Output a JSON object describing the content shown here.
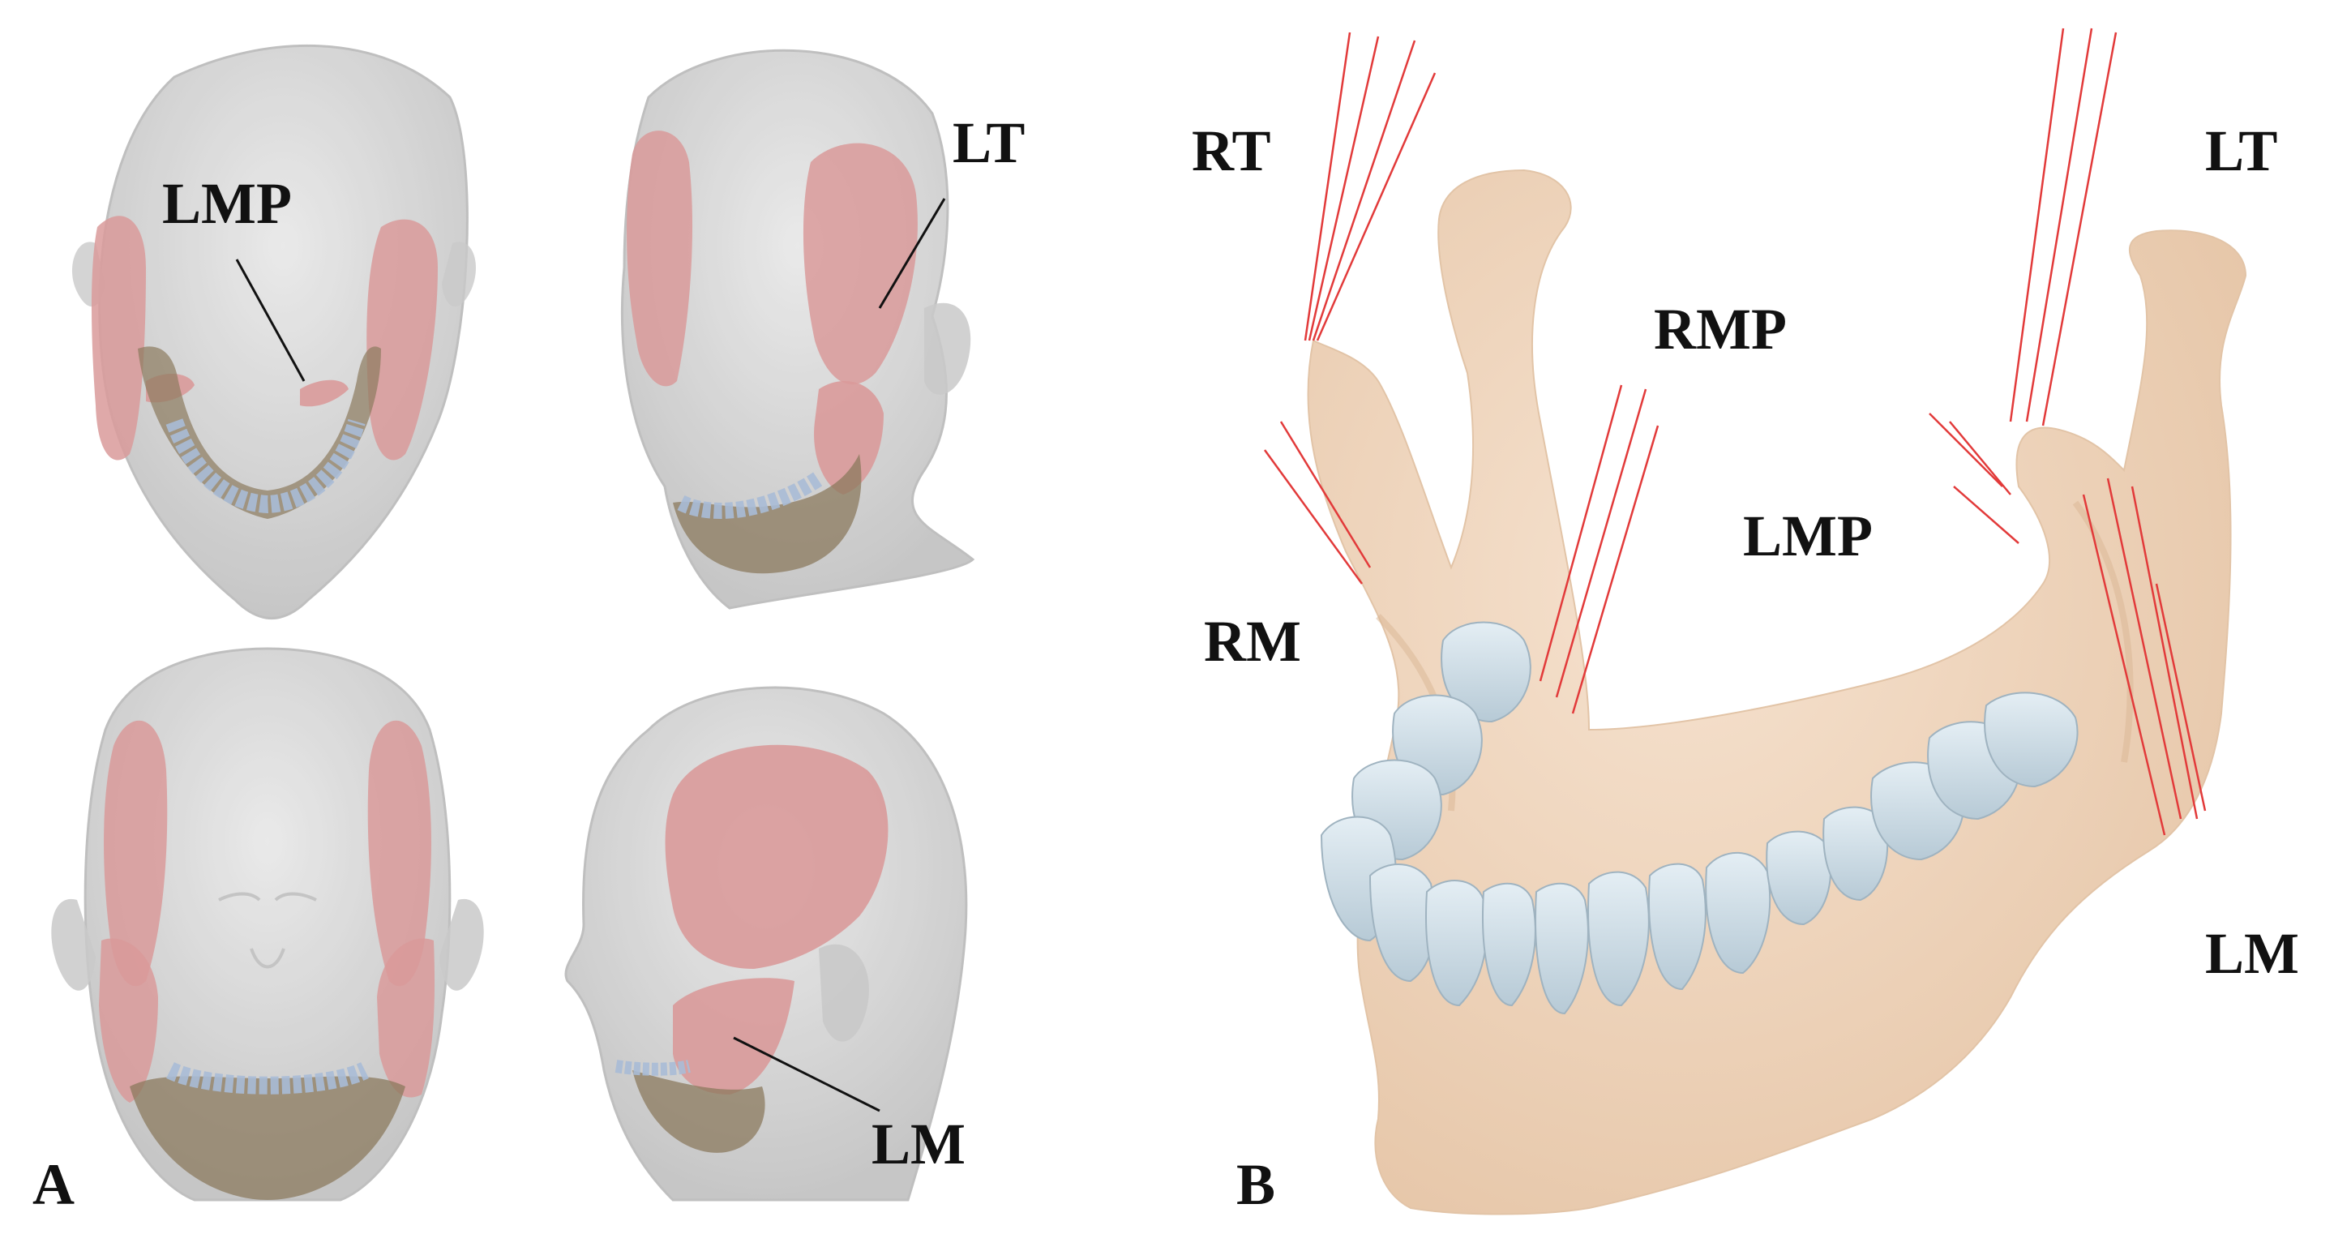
{
  "panel_a": {
    "letter": "A",
    "labels": {
      "lmp": "LMP",
      "lt": "LT",
      "lm": "LM"
    }
  },
  "panel_b": {
    "letter": "B",
    "labels": {
      "rt": "RT",
      "lt": "LT",
      "rmp": "RMP",
      "lmp": "LMP",
      "rm": "RM",
      "lm": "LM"
    }
  },
  "colors": {
    "head": "#d2d2d2",
    "head_edge": "#b9b9b9",
    "muscle": "#d99a9a",
    "bone": "#f2d9c2",
    "bone_shade": "#e0c1a5",
    "teeth": "#cfdde6",
    "teeth_edge": "#9fb3c0",
    "fiber": "#e23a3a",
    "text": "#111111"
  }
}
